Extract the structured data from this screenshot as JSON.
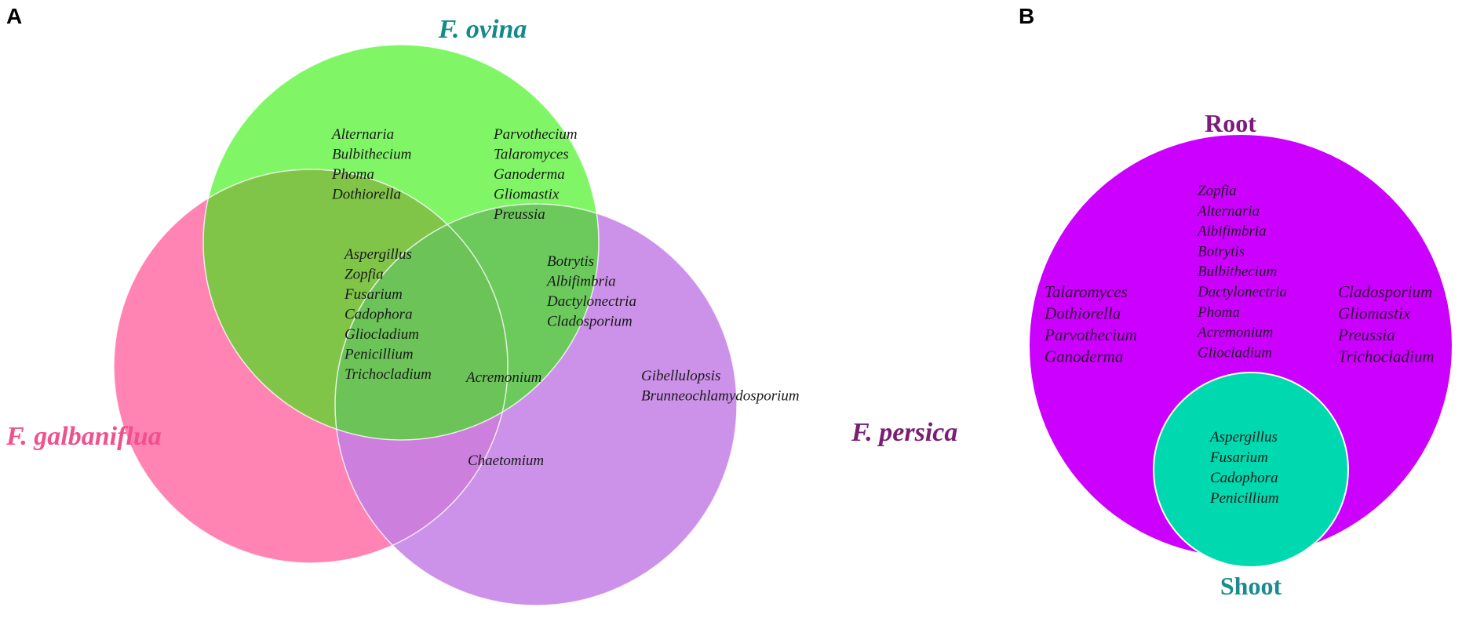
{
  "panel_a": {
    "letter": "A",
    "sets": {
      "ovina": {
        "label": "F. ovina",
        "color": "#2bf000",
        "label_color": "#148a8a"
      },
      "galbaniflua": {
        "label": "F. galbaniflua",
        "color": "#ff6fa6",
        "label_color": "#f0508c"
      },
      "persica": {
        "label": "F. persica",
        "color": "#c37ee4",
        "label_color": "#7a1e72"
      }
    },
    "regions": {
      "ovina_only_col1": [
        "Alternaria",
        "Bulbithecium",
        "Phoma",
        "Dothiorella"
      ],
      "ovina_only_col2": [
        "Parvothecium",
        "Talaromyces",
        "Ganoderma",
        "Gliomastix",
        "Preussia"
      ],
      "ovina_galbaniflua": [
        "Aspergillus",
        "Zopfia",
        "Fusarium",
        "Cadophora",
        "Gliocladium",
        "Penicillium",
        "Trichocladium"
      ],
      "ovina_persica": [
        "Botrytis",
        "Albifimbria",
        "Dactylonectria",
        "Cladosporium"
      ],
      "all_three": [
        "Acremonium"
      ],
      "galbaniflua_persica": [
        "Chaetomium"
      ],
      "persica_only": [
        "Gibellulopsis",
        "Brunneochlamydosporium"
      ]
    }
  },
  "panel_b": {
    "letter": "B",
    "root": {
      "label": "Root",
      "color": "#cc00ff",
      "label_color": "#7d1a7d",
      "center": [
        "Zopfia",
        "Alternaria",
        "Albifimbria",
        "Botrytis",
        "Bulbithecium",
        "Dactylonectria",
        "Phoma",
        "Acremonium",
        "Gliocladium"
      ],
      "left": [
        "Talaromyces",
        "Dothiorella",
        "Parvothecium",
        "Ganoderma"
      ],
      "right": [
        "Cladosporium",
        "Gliomastix",
        "Preussia",
        "Trichocladium"
      ]
    },
    "shoot": {
      "label": "Shoot",
      "color": "#00d9b0",
      "label_color": "#1a8c8c",
      "items": [
        "Aspergillus",
        "Fusarium",
        "Cadophora",
        "Penicillium"
      ]
    }
  }
}
